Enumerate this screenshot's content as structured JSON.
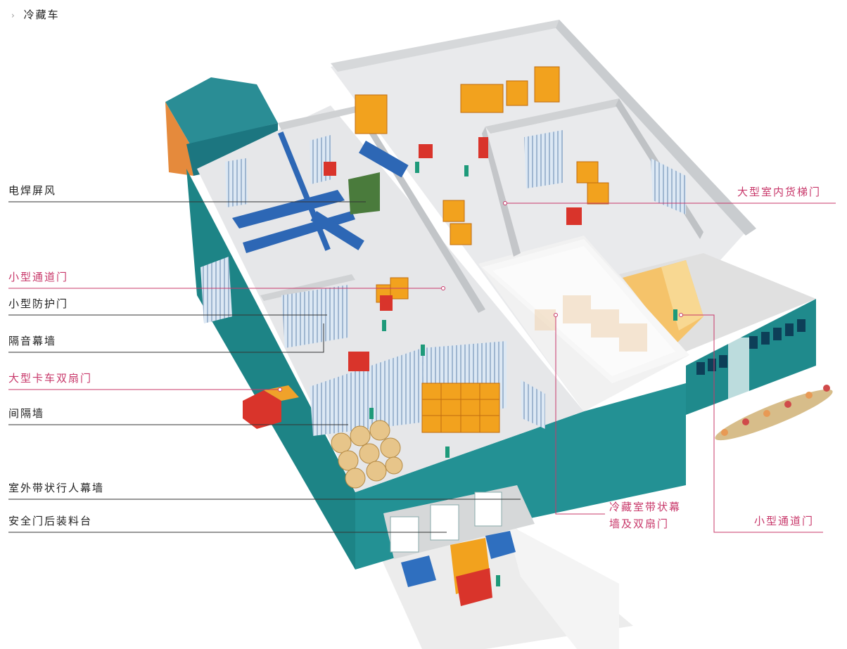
{
  "breadcrumb": {
    "chevron": "›",
    "text": "冷藏车"
  },
  "labels": {
    "welding_screen": "电焊屏风",
    "small_passage_door_left": "小型通道门",
    "small_protective_door": "小型防护门",
    "acoustic_curtain_wall": "隔音幕墙",
    "large_truck_double_door": "大型卡车双扇门",
    "partition_wall": "间隔墙",
    "outdoor_strip_curtain": "室外带状行人幕墙",
    "dock_behind_safety_door": "安全门后装料台",
    "large_indoor_lift_door": "大型室内货梯门",
    "cold_room_line1": "冷藏室带状幕",
    "cold_room_line2": "墙及双扇门",
    "small_passage_door_right": "小型通道门"
  },
  "colors": {
    "dark_label": "#222222",
    "accent_label": "#c8386a",
    "wall_teal": "#1f8a8c",
    "floor_grey": "#e4e6e8",
    "crate_orange": "#f2a21e",
    "forklift_red": "#d9342b"
  }
}
